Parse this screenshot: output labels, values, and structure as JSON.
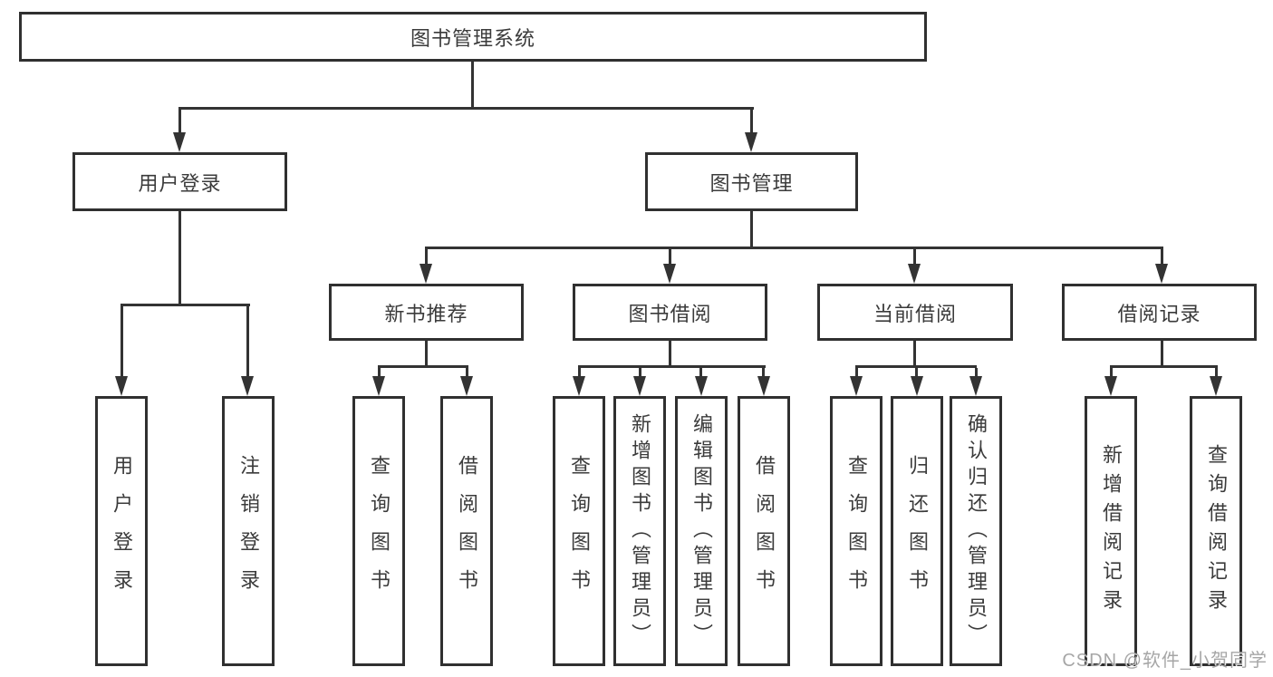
{
  "tree": {
    "root": {
      "label": "图书管理系统"
    },
    "branches": [
      {
        "label": "用户登录",
        "children": [
          {
            "label": "用户登录"
          },
          {
            "label": "注销登录"
          }
        ]
      },
      {
        "label": "图书管理",
        "sections": [
          {
            "label": "新书推荐",
            "children": [
              {
                "label": "查询图书"
              },
              {
                "label": "借阅图书"
              }
            ]
          },
          {
            "label": "图书借阅",
            "children": [
              {
                "label": "查询图书"
              },
              {
                "label": "新增图书（管理员）"
              },
              {
                "label": "编辑图书（管理员）"
              },
              {
                "label": "借阅图书"
              }
            ]
          },
          {
            "label": "当前借阅",
            "children": [
              {
                "label": "查询图书"
              },
              {
                "label": "归还图书"
              },
              {
                "label": "确认归还（管理员）"
              }
            ]
          },
          {
            "label": "借阅记录",
            "children": [
              {
                "label": "新增借阅记录"
              },
              {
                "label": "查询借阅记录"
              }
            ]
          }
        ]
      }
    ]
  },
  "watermark": {
    "text": "CSDN @软件_小贺同学"
  },
  "colors": {
    "line": "#333333",
    "border": "#303030",
    "text": "#3b3b3b",
    "background": "#ffffff",
    "watermark": "#969696"
  }
}
